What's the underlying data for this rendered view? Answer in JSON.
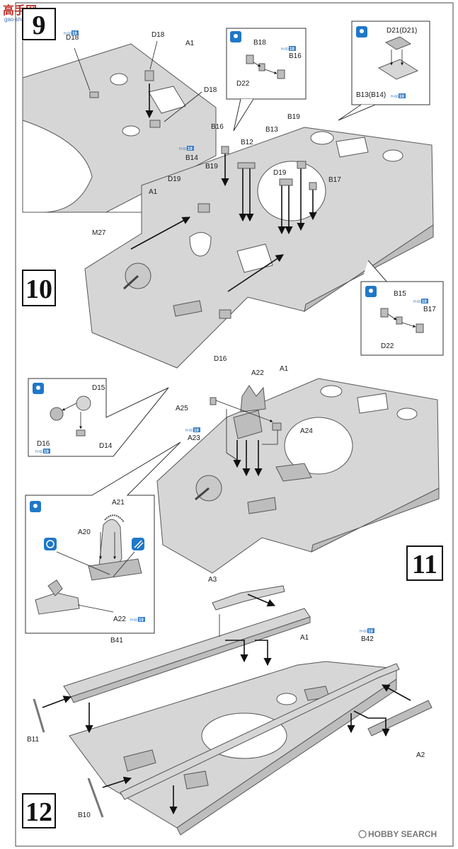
{
  "watermarks": {
    "top_left_logo": "高手网",
    "top_left_url": "gao-shou.com",
    "bottom_right": "HOBBY SEARCH"
  },
  "steps": {
    "s9": "9",
    "s10": "10",
    "s11": "11",
    "s12": "12"
  },
  "badge": {
    "prefix": "H-60",
    "num": "19"
  },
  "labels": {
    "s9_d18_a": "D18",
    "s9_d18_b": "D18",
    "s9_d18_c": "D18",
    "s9_a1": "A1",
    "inset_b18": "B18",
    "inset_b16": "B16",
    "inset_d22": "D22",
    "inset_d21": "D21(D21)",
    "inset_b13": "B13(B14)",
    "s10_b16": "B16",
    "s10_b19a": "B19",
    "s10_b13": "B13",
    "s10_b12": "B12",
    "s10_b14": "B14",
    "s10_b19b": "B19",
    "s10_d19a": "D19",
    "s10_d19b": "D19",
    "s10_b17": "B17",
    "s10_a1": "A1",
    "s10_m27": "M27",
    "s10_d16": "D16",
    "inset2_b15": "B15",
    "inset2_b17": "B17",
    "inset2_d22": "D22",
    "s11_d15": "D15",
    "s11_d16": "D16",
    "s11_d14": "D14",
    "s11_a22a": "A22",
    "s11_a1": "A1",
    "s11_a25": "A25",
    "s11_a24": "A24",
    "s11_a23": "A23",
    "s11_a21": "A21",
    "s11_a20": "A20",
    "s11_a22b": "A22",
    "s12_a3": "A3",
    "s12_a1": "A1",
    "s12_b41": "B41",
    "s12_b42": "B42",
    "s12_b11": "B11",
    "s12_a2": "A2",
    "s12_b10": "B10"
  }
}
